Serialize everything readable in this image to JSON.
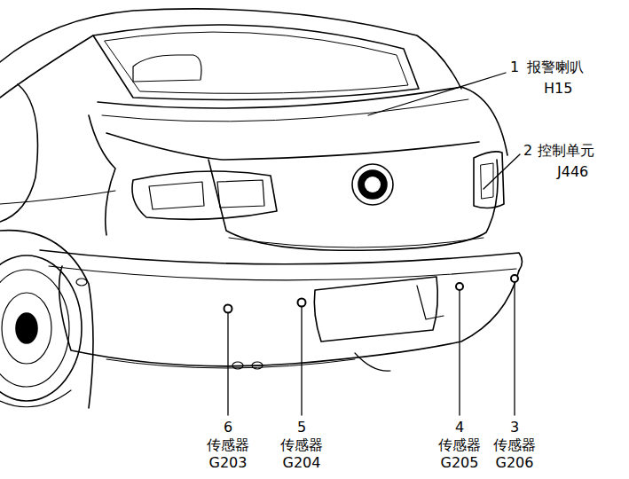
{
  "diagram": {
    "labels": [
      "1",
      "报警喇叭",
      "H15",
      "2",
      "控制单元",
      "J446",
      "6",
      "传感器",
      "G203",
      "5",
      "传感器",
      "G204",
      "4",
      "传感器",
      "G205",
      "3",
      "传感器",
      "G206"
    ]
  }
}
